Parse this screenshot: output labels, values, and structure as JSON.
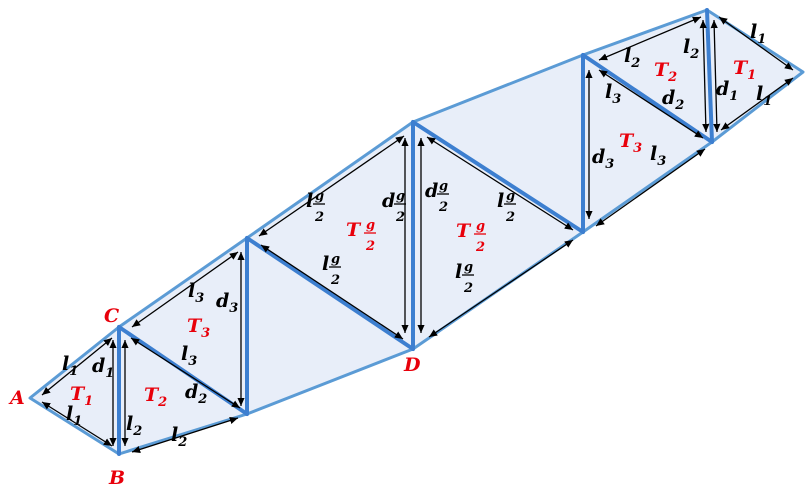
{
  "colors": {
    "fill": "#e8eef9",
    "edge": "#3d7fd0",
    "outline": "#5b9bd5",
    "arrow": "#000000",
    "label_black": "#000000",
    "label_red": "#e8000b"
  },
  "points": {
    "A": "A",
    "B": "B",
    "C": "C",
    "D": "D"
  },
  "left": {
    "t1": {
      "name": "T",
      "sub": "1"
    },
    "t2": {
      "name": "T",
      "sub": "2"
    },
    "t3": {
      "name": "T",
      "sub": "3"
    },
    "l1a": {
      "name": "l",
      "sub": "1"
    },
    "l1b": {
      "name": "l",
      "sub": "1"
    },
    "d1": {
      "name": "d",
      "sub": "1"
    },
    "l2a": {
      "name": "l",
      "sub": "2"
    },
    "l2b": {
      "name": "l",
      "sub": "2"
    },
    "d2": {
      "name": "d",
      "sub": "2"
    },
    "l3a": {
      "name": "l",
      "sub": "3"
    },
    "l3b": {
      "name": "l",
      "sub": "3"
    },
    "d3": {
      "name": "d",
      "sub": "3"
    }
  },
  "middle": {
    "tg1": {
      "name": "T",
      "num": "g",
      "den": "2"
    },
    "tg2": {
      "name": "T",
      "num": "g",
      "den": "2"
    },
    "lg1": {
      "name": "l",
      "num": "g",
      "den": "2"
    },
    "lg2": {
      "name": "l",
      "num": "g",
      "den": "2"
    },
    "lg3": {
      "name": "l",
      "num": "g",
      "den": "2"
    },
    "lg4": {
      "name": "l",
      "num": "g",
      "den": "2"
    },
    "dg1": {
      "name": "d",
      "num": "g",
      "den": "2"
    },
    "dg2": {
      "name": "d",
      "num": "g",
      "den": "2"
    }
  },
  "right": {
    "t1": {
      "name": "T",
      "sub": "1"
    },
    "t2": {
      "name": "T",
      "sub": "2"
    },
    "t3": {
      "name": "T",
      "sub": "3"
    },
    "l1a": {
      "name": "l",
      "sub": "1"
    },
    "l1b": {
      "name": "l",
      "sub": "1"
    },
    "d1": {
      "name": "d",
      "sub": "1"
    },
    "l2a": {
      "name": "l",
      "sub": "2"
    },
    "l2b": {
      "name": "l",
      "sub": "2"
    },
    "d2": {
      "name": "d",
      "sub": "2"
    },
    "l3a": {
      "name": "l",
      "sub": "3"
    },
    "l3b": {
      "name": "l",
      "sub": "3"
    },
    "d3": {
      "name": "d",
      "sub": "3"
    }
  }
}
